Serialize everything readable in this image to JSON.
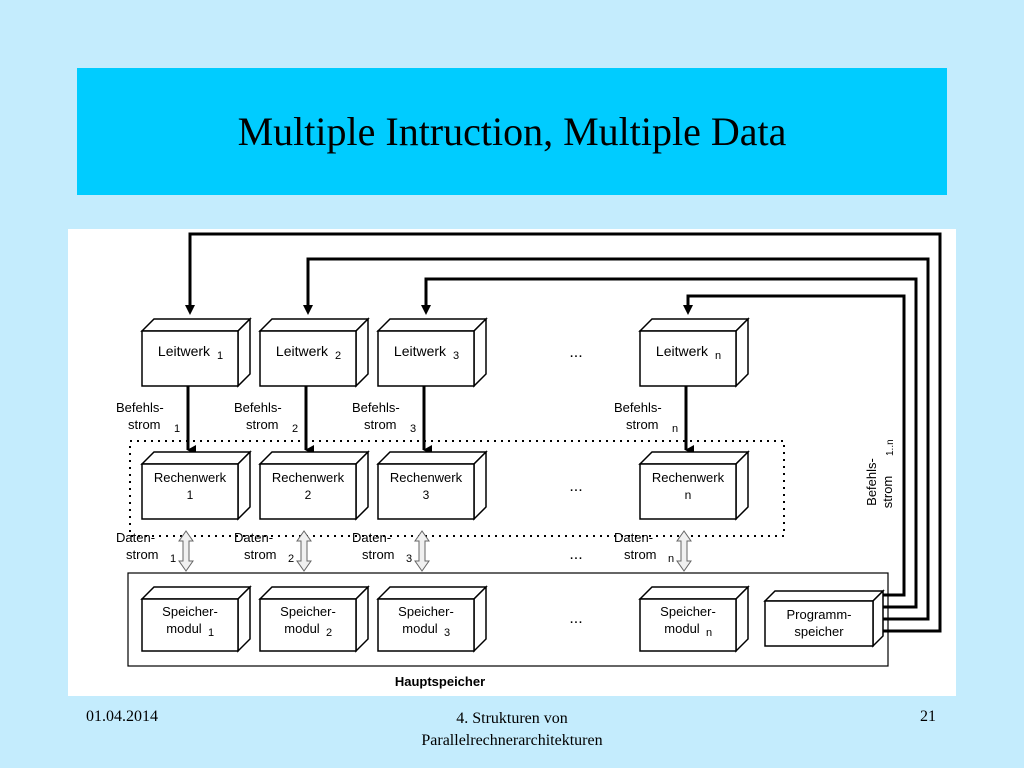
{
  "slide": {
    "title": "Multiple Intruction, Multiple Data",
    "footer_date": "01.04.2014",
    "footer_title_line1": "4. Strukturen von",
    "footer_title_line2": "Parallelrechnerarchitekturen",
    "page_number": "21"
  },
  "diagram": {
    "columns": [
      {
        "leitwerk": "Leitwerk",
        "sub": "1",
        "befehl1": "Befehls-",
        "befehl2": "strom",
        "rechen1": "Rechenwerk",
        "rechen2": "1",
        "daten1": "Daten-",
        "daten2": "strom",
        "speicher1": "Speicher-",
        "speicher2": "modul"
      },
      {
        "leitwerk": "Leitwerk",
        "sub": "2",
        "befehl1": "Befehls-",
        "befehl2": "strom",
        "rechen1": "Rechenwerk",
        "rechen2": "2",
        "daten1": "Daten-",
        "daten2": "strom",
        "speicher1": "Speicher-",
        "speicher2": "modul"
      },
      {
        "leitwerk": "Leitwerk",
        "sub": "3",
        "befehl1": "Befehls-",
        "befehl2": "strom",
        "rechen1": "Rechenwerk",
        "rechen2": "3",
        "daten1": "Daten-",
        "daten2": "strom",
        "speicher1": "Speicher-",
        "speicher2": "modul"
      },
      {
        "leitwerk": "Leitwerk",
        "sub": "n",
        "befehl1": "Befehls-",
        "befehl2": "strom",
        "rechen1": "Rechenwerk",
        "rechen2": "n",
        "daten1": "Daten-",
        "daten2": "strom",
        "speicher1": "Speicher-",
        "speicher2": "modul"
      }
    ],
    "ellipsis": "...",
    "programm1": "Programm-",
    "programm2": "speicher",
    "hauptspeicher": "Hauptspeicher",
    "side_label1": "Befehls-",
    "side_label2": "strom",
    "side_sub": "1..n"
  }
}
